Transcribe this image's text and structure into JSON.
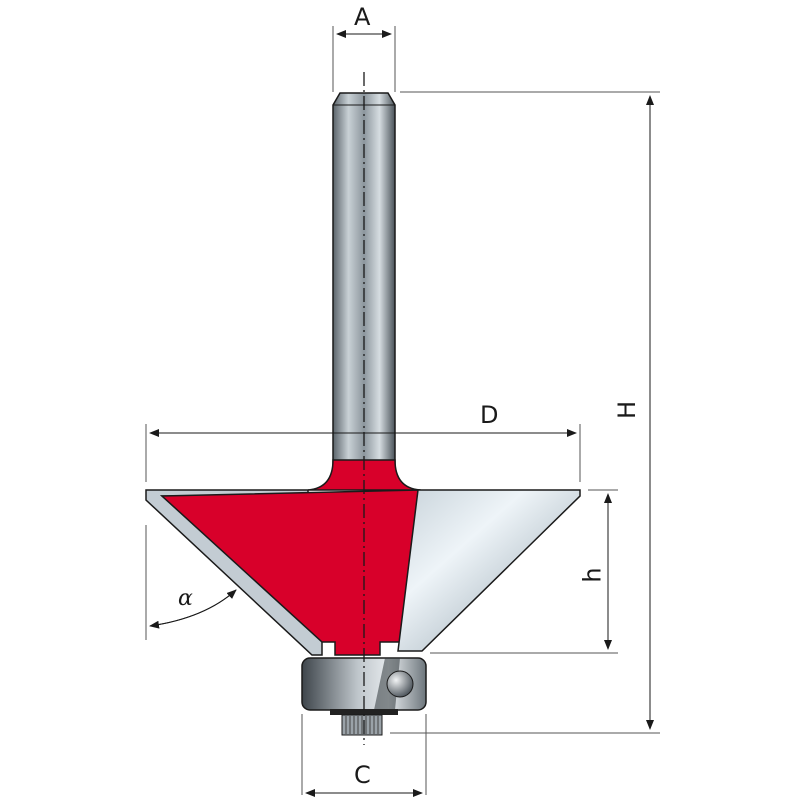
{
  "diagram": {
    "subject": "Chamfer router bit with ball-bearing guide",
    "colors": {
      "body_red": "#d8002a",
      "carbide_light": "#dfe8ee",
      "carbide_dark": "#8f9aa2",
      "shank_light": "#c9d1d6",
      "shank_dark": "#4a535a",
      "line": "#1a1a1a",
      "dim_line": "#555555"
    },
    "dimensions": {
      "A": {
        "label": "A",
        "meaning": "shank diameter"
      },
      "D": {
        "label": "D",
        "meaning": "cutting diameter"
      },
      "H": {
        "label": "H",
        "meaning": "overall length"
      },
      "h": {
        "label": "h",
        "meaning": "cutting height"
      },
      "C": {
        "label": "C",
        "meaning": "bearing diameter"
      },
      "alpha": {
        "label": "α",
        "meaning": "chamfer angle"
      }
    }
  }
}
